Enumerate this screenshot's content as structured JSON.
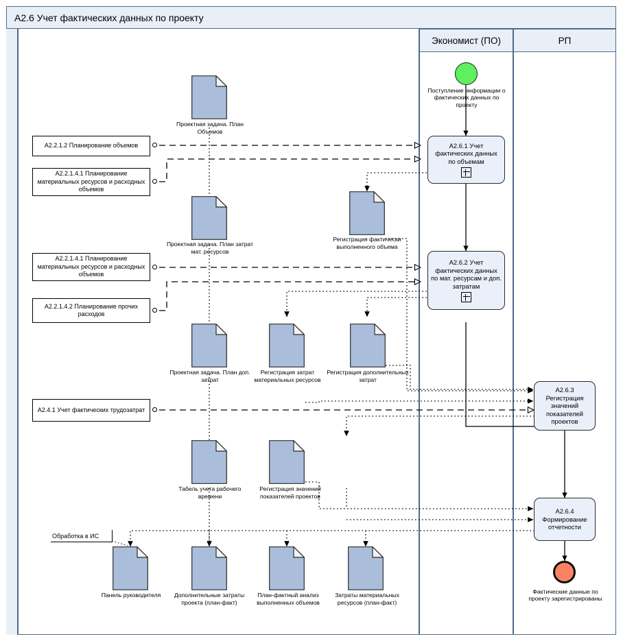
{
  "pool": {
    "title": "A2.6 Учет фактических данных по проекту"
  },
  "lanes": [
    {
      "name": "lane-default",
      "label": ""
    },
    {
      "name": "lane-economist",
      "label": "Экономист (ПО)"
    },
    {
      "name": "lane-rp",
      "label": "РП"
    }
  ],
  "events": {
    "start": {
      "icon": "start-event-icon",
      "label": "Поступление информации о фактических данных по проекту",
      "color": "#5ef05e"
    },
    "end": {
      "icon": "end-event-icon",
      "label": "Фактические данные по проекту зарегистрированы",
      "color": "#fb8361"
    }
  },
  "tasks": [
    {
      "id": "a261",
      "label": "A2.6.1 Учет фактических данных по объемам",
      "marker": "subprocess-plus"
    },
    {
      "id": "a262",
      "label": "A2.6.2 Учет фактических данных по мат. ресурсам и доп. затратам",
      "marker": "subprocess-plus"
    },
    {
      "id": "a263",
      "label": "A2.6.3 Регистрация значений показателей проектов",
      "marker": ""
    },
    {
      "id": "a264",
      "label": "A2.6.4 Формирование отчетности",
      "marker": ""
    }
  ],
  "reference_boxes": [
    {
      "id": "ref1",
      "label": "A2.2.1.2 Планирование объемов"
    },
    {
      "id": "ref2",
      "label": "A2.2.1.4.1 Планирование материальных ресурсов и расходных объемов"
    },
    {
      "id": "ref3",
      "label": "A2.2.1.4.1 Планирование материальных ресурсов и расходных объемов"
    },
    {
      "id": "ref4",
      "label": "A2.2.1.4.2 Планирование прочих расходов"
    },
    {
      "id": "ref5",
      "label": "A2.4.1 Учет фактических трудозатрат"
    }
  ],
  "data_objects": [
    {
      "id": "d1",
      "label": "Проектная задача. План Объемов"
    },
    {
      "id": "d2",
      "label": "Проектная задача. План затрат мат. ресурсов"
    },
    {
      "id": "d3",
      "label": "Регистрация фактически выполненного объема"
    },
    {
      "id": "d4",
      "label": "Проектная задача. План доп. затрат"
    },
    {
      "id": "d5",
      "label": "Регистрация затрат материальных ресурсов"
    },
    {
      "id": "d6",
      "label": "Регистрация дополнительных затрат"
    },
    {
      "id": "d7",
      "label": "Табель учета рабочего времени"
    },
    {
      "id": "d8",
      "label": "Регистрация значений показателей проектов"
    },
    {
      "id": "d9",
      "label": "Панель руководителя"
    },
    {
      "id": "d10",
      "label": "Дополнительные затраты проекта (план-факт)"
    },
    {
      "id": "d11",
      "label": "План-фактный анализ выполненных объемов"
    },
    {
      "id": "d12",
      "label": "Затраты материальных ресурсов (план-факт)"
    }
  ],
  "annotations": [
    {
      "id": "an1",
      "label": "Обработка в ИС"
    }
  ],
  "colors": {
    "pool_header": "#e8eff7",
    "pool_border": "#4d6a8c",
    "task_fill": "#e9f0fa",
    "task_border": "#2b2b2b",
    "data_fill": "#aabedb",
    "data_border": "#2b2b2b",
    "start_event": "#5ef05e",
    "end_event": "#fb8361"
  }
}
